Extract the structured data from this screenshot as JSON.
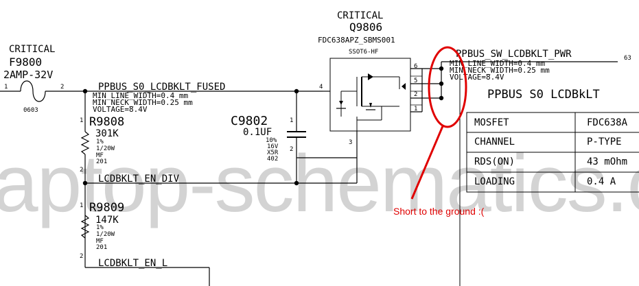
{
  "watermark": "aptop-schematics.c",
  "fuse": {
    "critical": "CRITICAL",
    "ref": "F9800",
    "rating": "2AMP-32V",
    "pin1": "1",
    "pin2": "2",
    "package": "0603"
  },
  "mosfet": {
    "critical": "CRITICAL",
    "ref": "Q9806",
    "part": "FDC638APZ_SBMS001",
    "package": "SSOT6-HF",
    "pins": [
      "6",
      "5",
      "2",
      "1",
      "4",
      "3"
    ]
  },
  "net_fused": {
    "name": "PPBUS_S0_LCDBKLT_FUSED",
    "line1": "MIN_LINE_WIDTH=0.4 mm",
    "line2": "MIN_NECK_WIDTH=0.25 mm",
    "line3": "VOLTAGE=8.4V"
  },
  "net_sw": {
    "name": "PPBUS_SW_LCDBKLT_PWR",
    "sheet_ref": "63",
    "line1": "MIN_LINE_WIDTH=0.4 mm",
    "line2": "MIN_NECK_WIDTH=0.25 mm",
    "line3": "VOLTAGE=8.4V"
  },
  "r9808": {
    "ref": "R9808",
    "value": "301K",
    "tol": "1%",
    "power": "1/20W",
    "type": "MF",
    "size": "201",
    "pin1": "1",
    "pin2": "2"
  },
  "c9802": {
    "ref": "C9802",
    "value": "0.1UF",
    "tol": "10%",
    "voltage": "16V",
    "dielectric": "X5R",
    "size": "402",
    "pin1": "1",
    "pin2": "2"
  },
  "net_div": "LCDBKLT_EN_DIV",
  "r9809": {
    "ref": "R9809",
    "value": "147K",
    "tol": "1%",
    "power": "1/20W",
    "type": "MF",
    "size": "201",
    "pin1": "1",
    "pin2": "2"
  },
  "net_en": "LCDBKLT_EN_L",
  "table": {
    "title": "PPBUS S0 LCDBkLT",
    "rows": [
      {
        "label": "MOSFET",
        "value": "FDC638A"
      },
      {
        "label": "CHANNEL",
        "value": "P-TYPE"
      },
      {
        "label": "RDS(ON)",
        "value": "43 mOhm"
      },
      {
        "label": "LOADING",
        "value": "0.4 A"
      }
    ]
  },
  "annotation": {
    "text": "Short to the ground :(",
    "color": "#e00000"
  }
}
